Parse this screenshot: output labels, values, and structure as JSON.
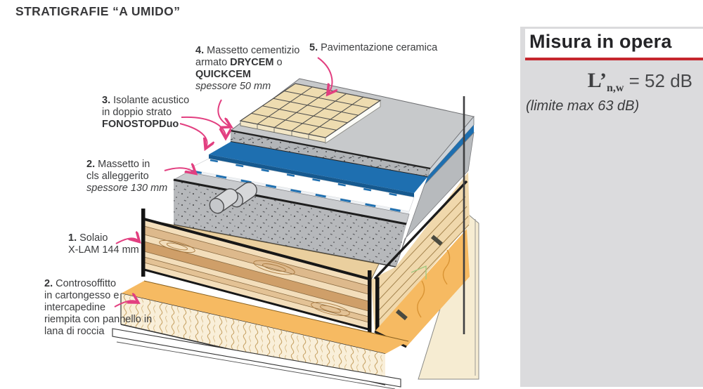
{
  "title": "STRATIGRAFIE “A UMIDO”",
  "labels": {
    "n5": "5.",
    "t5": " Pavimentazione ceramica",
    "n4": "4.",
    "t4a": " Massetto cementizio",
    "t4b": "armato ",
    "t4c": "DRYCEM",
    "t4d": " o",
    "t4e": "QUICKCEM",
    "t4f": "spessore 50 mm",
    "n3": "3.",
    "t3a": " Isolante acustico",
    "t3b": "in doppio strato",
    "t3c": "FONOSTOPDuo",
    "n2a": "2.",
    "t2a1": " Massetto in",
    "t2a2": "cls alleggerito",
    "t2a3": "spessore 130 mm",
    "n1": "1.",
    "t1a": " Solaio",
    "t1b": "X-LAM 144 mm",
    "n2b": "2.",
    "t2b1": " Controsoffitto",
    "t2b2": "in cartongesso e",
    "t2b3": "intercapedine",
    "t2b4": "riempita con pannello in",
    "t2b5": "lana di roccia"
  },
  "panel": {
    "title": "Misura in opera",
    "formula_lhs": "L’",
    "formula_sub": "n,w",
    "formula_rhs": " = 52 dB",
    "limit": "(limite max 63 dB)"
  },
  "colors": {
    "arrow_pink": "#e23f80",
    "insulation_blue": "#1e6fb0",
    "insulation_blue_dark": "#16598f",
    "ceiling_orange": "#f6ba62",
    "red_line": "#c5262e",
    "panel_gray": "#dbdbdd",
    "wood_light": "#f3debb",
    "concrete_gray": "#b6b8bb",
    "tile_beige": "#eedcb0"
  }
}
